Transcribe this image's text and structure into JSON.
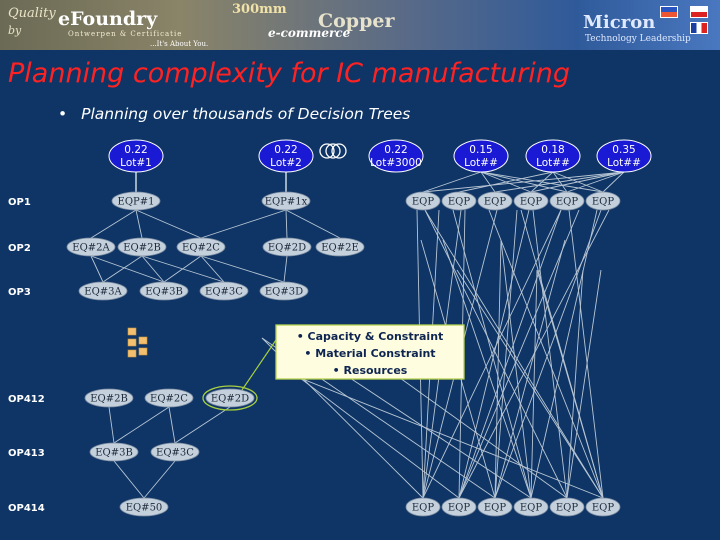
{
  "banner": {
    "brand_left_1": "Quality",
    "brand_left_2": "by",
    "eFoundry": "eFoundry",
    "tagline_left": "Ontwerpen & Certificatie",
    "about": "...It's About You.",
    "wafer": "300mm",
    "copper": "Copper",
    "ecommerce": "e-commerce",
    "micron": "Micron",
    "micron_sub": "Technology Leadership"
  },
  "title": "Planning complexity for IC manufacturing",
  "bullet": "Planning over thousands of Decision Trees",
  "lots": [
    {
      "value": "0.22",
      "name": "Lot#1"
    },
    {
      "value": "0.22",
      "name": "Lot#2"
    },
    {
      "value": "0.22",
      "name": "Lot#3000"
    },
    {
      "value": "0.15",
      "name": "Lot##"
    },
    {
      "value": "0.18",
      "name": "Lot##"
    },
    {
      "value": "0.35",
      "name": "Lot##"
    }
  ],
  "operations": [
    "OP1",
    "OP2",
    "OP3",
    "OP412",
    "OP413",
    "OP414"
  ],
  "equipment": {
    "op1": [
      "EQP#1",
      "EQP#1x",
      "EQP",
      "EQP",
      "EQP",
      "EQP",
      "EQP",
      "EQP"
    ],
    "op2": [
      "EQ#2A",
      "EQ#2B",
      "EQ#2C",
      "EQ#2D",
      "EQ#2E"
    ],
    "op3": [
      "EQ#3A",
      "EQ#3B",
      "EQ#3C",
      "EQ#3D"
    ],
    "op412": [
      "EQ#2B",
      "EQ#2C",
      "EQ#2D"
    ],
    "op413": [
      "EQ#3B",
      "EQ#3C"
    ],
    "op414": [
      "EQ#50",
      "EQP",
      "EQP",
      "EQP",
      "EQP",
      "EQP",
      "EQP"
    ]
  },
  "constraints": [
    "• Capacity & Constraint",
    "• Material Constraint",
    "• Resources"
  ]
}
